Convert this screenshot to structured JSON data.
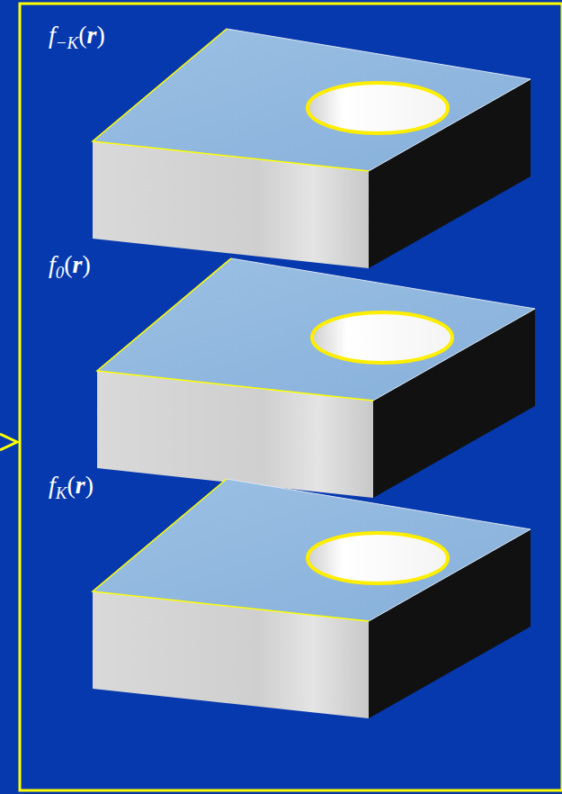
{
  "diagram": {
    "nodes": [
      {
        "text": [
          "f−K(r)"
        ]
      },
      {
        "text": [
          "f0(r)"
        ]
      },
      {
        "text": [
          "fK(r)"
        ]
      }
    ]
  }
}
